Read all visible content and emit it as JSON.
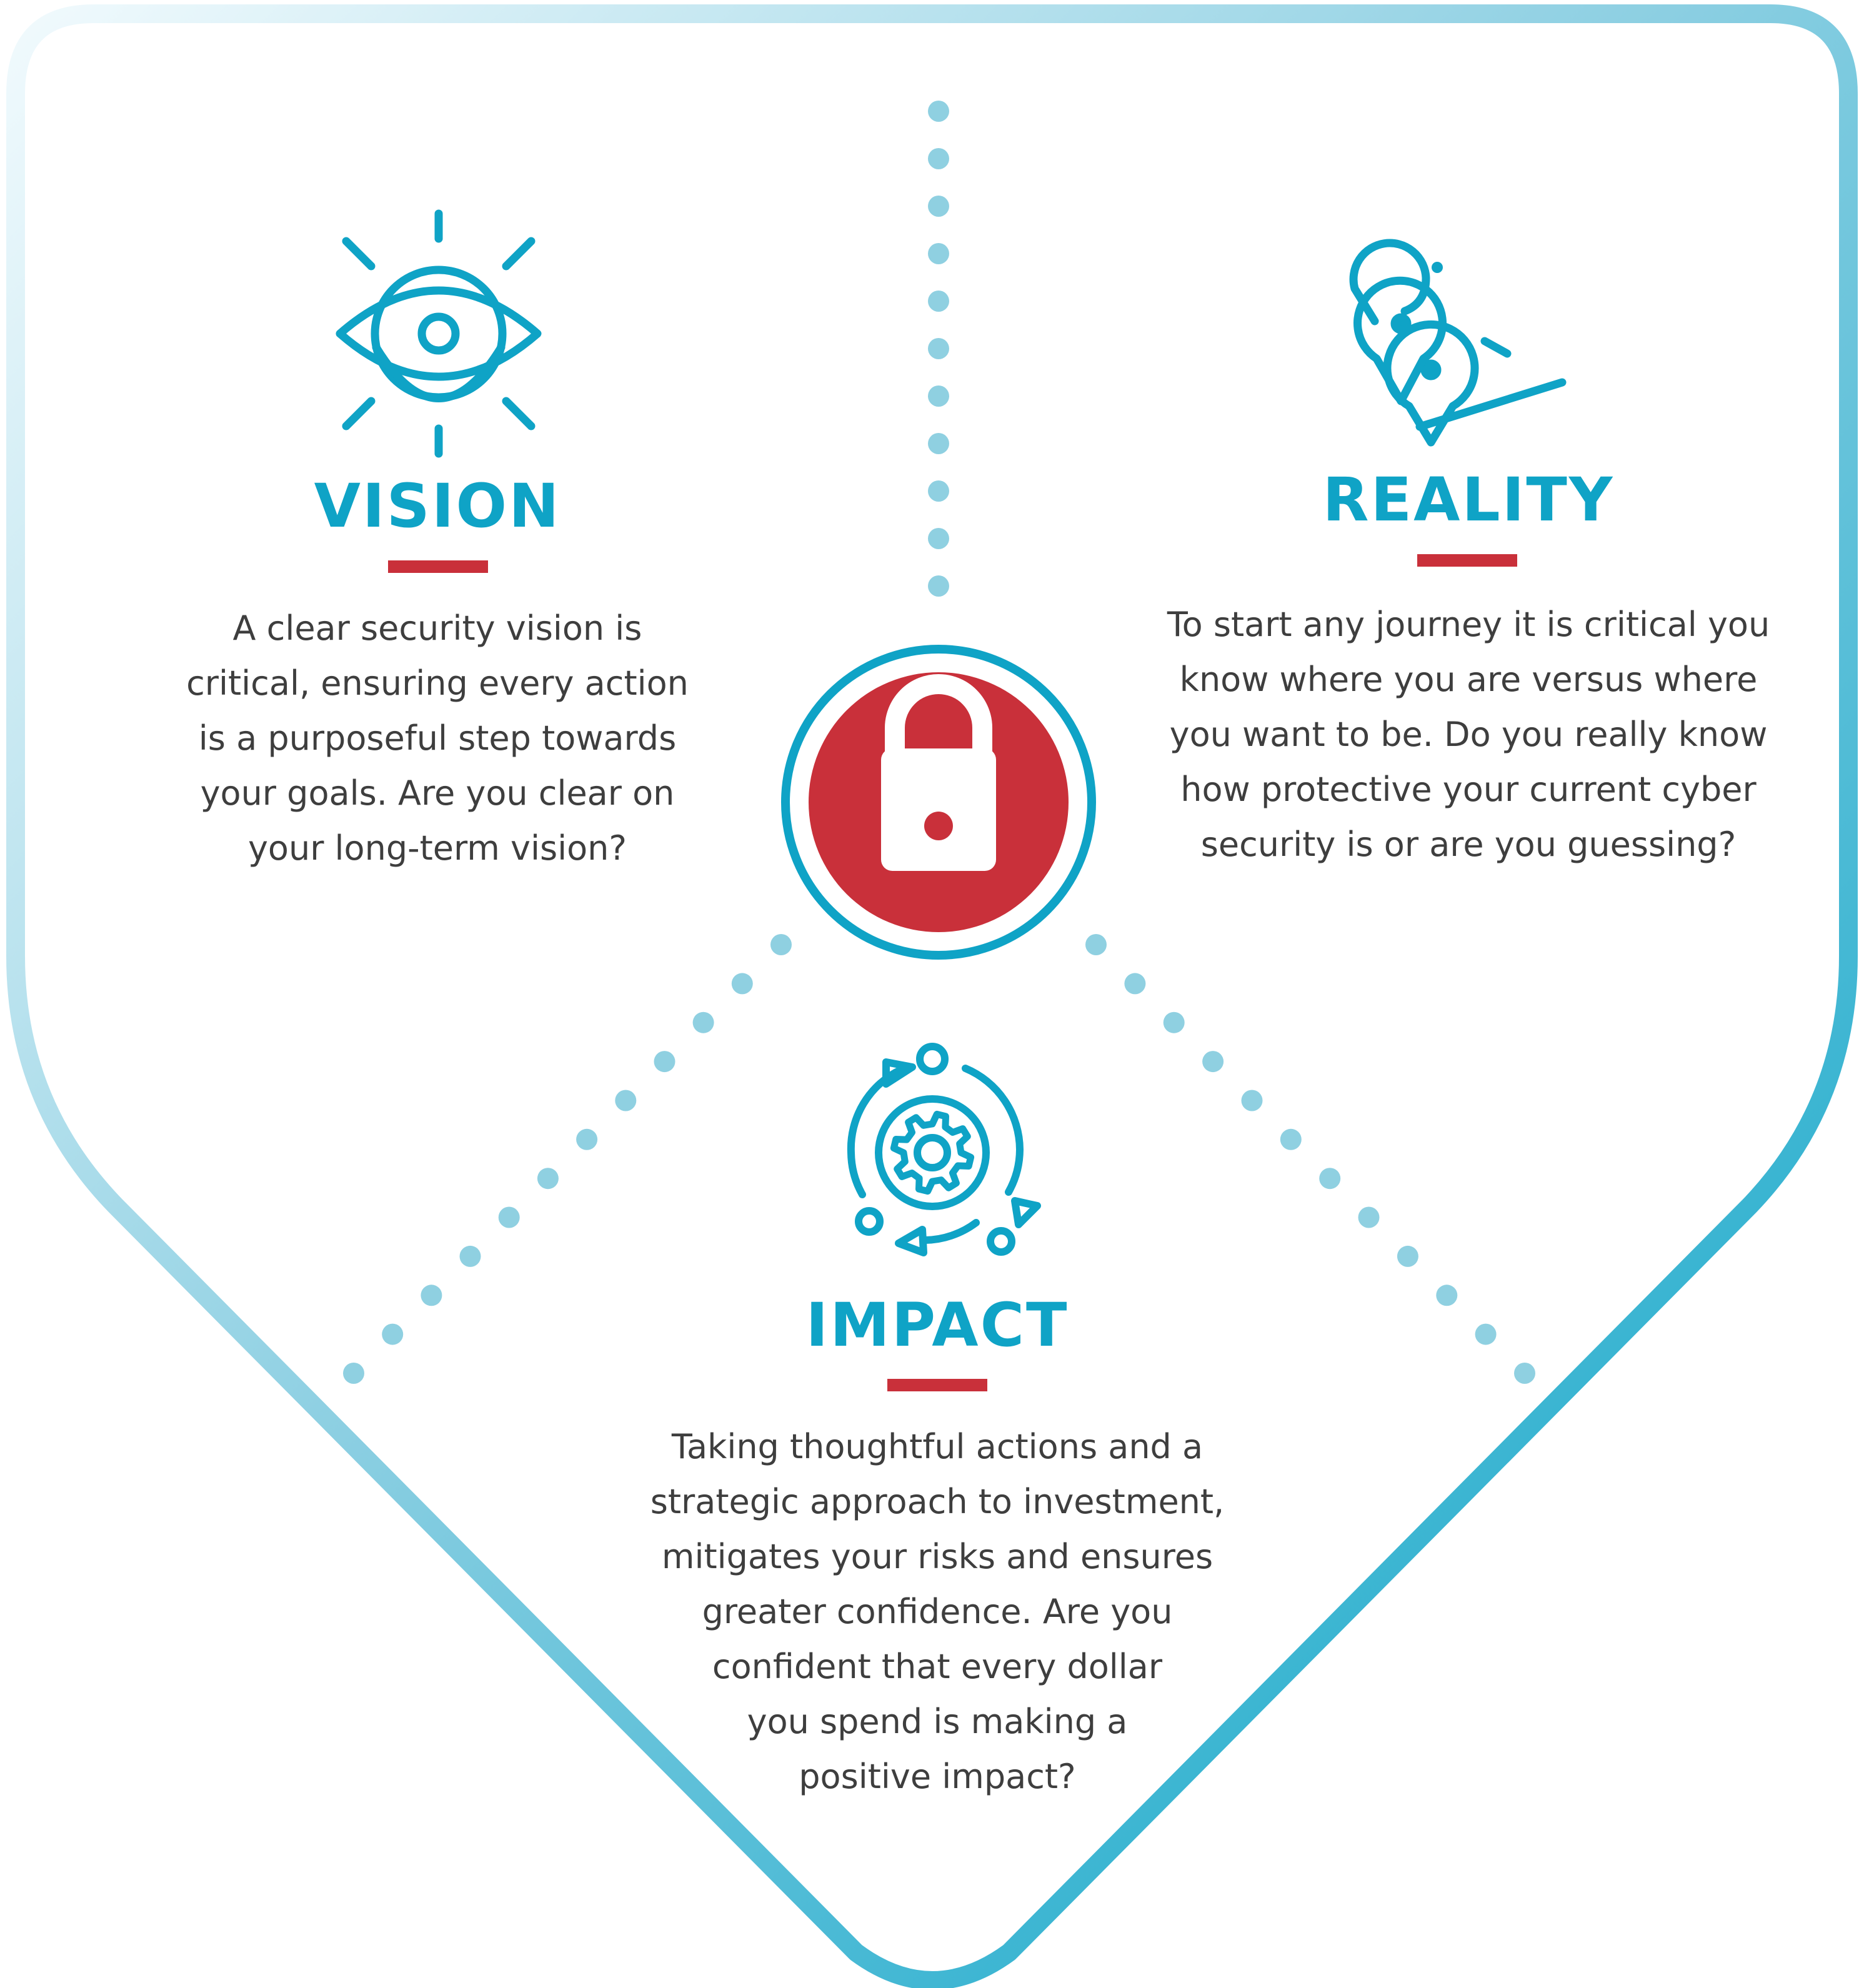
{
  "colors": {
    "primary": "#0fa3c6",
    "accent": "#c9303a",
    "dots": "#8fd0e1",
    "text": "#3e3e3e",
    "border_light": "#e4f4f9",
    "border_dark": "#0aa4c8"
  },
  "center": {
    "icon": "padlock-icon"
  },
  "sections": {
    "vision": {
      "icon": "eye-icon",
      "title": "VISION",
      "lines": [
        "A clear security vision is",
        "critical, ensuring every action",
        "is a purposeful step towards",
        "your goals. Are you clear on",
        "your long-term vision?"
      ]
    },
    "reality": {
      "icon": "map-pins-icon",
      "title": "REALITY",
      "lines": [
        "To start any journey it is critical you",
        "know where you are versus where",
        "you want to be. Do you really know",
        "how protective your current cyber",
        "security is or are you guessing?"
      ]
    },
    "impact": {
      "icon": "gear-cycle-icon",
      "title": "IMPACT",
      "lines": [
        "Taking thoughtful actions and a",
        "strategic approach to investment,",
        "mitigates your risks and ensures",
        "greater confidence. Are you",
        "confident that every dollar",
        "you spend is making a",
        "positive impact?"
      ]
    }
  }
}
